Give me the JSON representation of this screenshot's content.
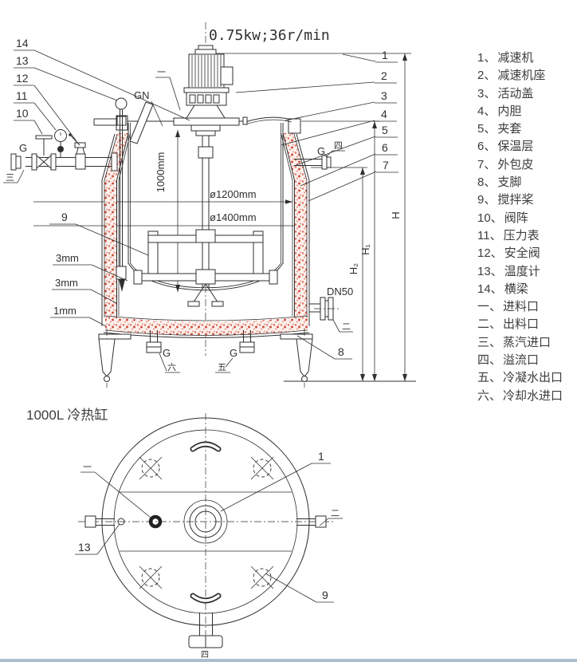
{
  "title": "1000L 冷热缸",
  "drive_spec": "0.75kw;36r/min",
  "colors": {
    "line": "#2f2f2f",
    "insulation_dot": "#d0503f",
    "insulation_bg": "#fdf0ec",
    "text": "#3d3d3d",
    "bottom_strip": "#a9c0d2"
  },
  "side_view": {
    "dims": {
      "inner_height": "1000mm",
      "inner_dia": "ø1200mm",
      "jacket_dia": "ø1400mm",
      "t_inner": "3mm",
      "t_jacket": "3mm",
      "t_skin": "1mm",
      "outlet_dn": "DN50",
      "h": "H",
      "h1": "H₁",
      "h2": "H₂"
    },
    "nozzles": {
      "gn": "GN",
      "g": "G"
    },
    "callouts_left": [
      "14",
      "13",
      "12",
      "11",
      "10"
    ],
    "callouts_right": [
      "1",
      "2",
      "3",
      "4",
      "5",
      "6",
      "7"
    ],
    "callout_leg": "8",
    "callout_agitator": "9",
    "ports": {
      "feed": "一",
      "discharge": "二",
      "steam": "三",
      "overflow": "四",
      "condensate": "五",
      "cooling": "六"
    }
  },
  "top_view": {
    "callout_drive": "1",
    "callout_thermo": "13",
    "callout_paddle": "9",
    "port_feed": "一",
    "port_discharge": "二",
    "port_bottom": "四"
  },
  "legend": {
    "items": [
      {
        "num": "1、",
        "label": "减速机"
      },
      {
        "num": "2、",
        "label": "减速机座"
      },
      {
        "num": "3、",
        "label": "活动盖"
      },
      {
        "num": "4、",
        "label": "内胆"
      },
      {
        "num": "5、",
        "label": "夹套"
      },
      {
        "num": "6、",
        "label": "保温层"
      },
      {
        "num": "7、",
        "label": "外包皮"
      },
      {
        "num": "8、",
        "label": "支脚"
      },
      {
        "num": "9、",
        "label": "搅拌桨"
      },
      {
        "num": "10、",
        "label": "阀阵"
      },
      {
        "num": "11、",
        "label": "压力表"
      },
      {
        "num": "12、",
        "label": "安全阀"
      },
      {
        "num": "13、",
        "label": "温度计"
      },
      {
        "num": "14、",
        "label": "横梁"
      },
      {
        "num": "一、",
        "label": "进料口"
      },
      {
        "num": "二、",
        "label": "出料口"
      },
      {
        "num": "三、",
        "label": "蒸汽进口"
      },
      {
        "num": "四、",
        "label": "溢流口"
      },
      {
        "num": "五、",
        "label": "冷凝水出口"
      },
      {
        "num": "六、",
        "label": "冷却水进口"
      }
    ]
  }
}
